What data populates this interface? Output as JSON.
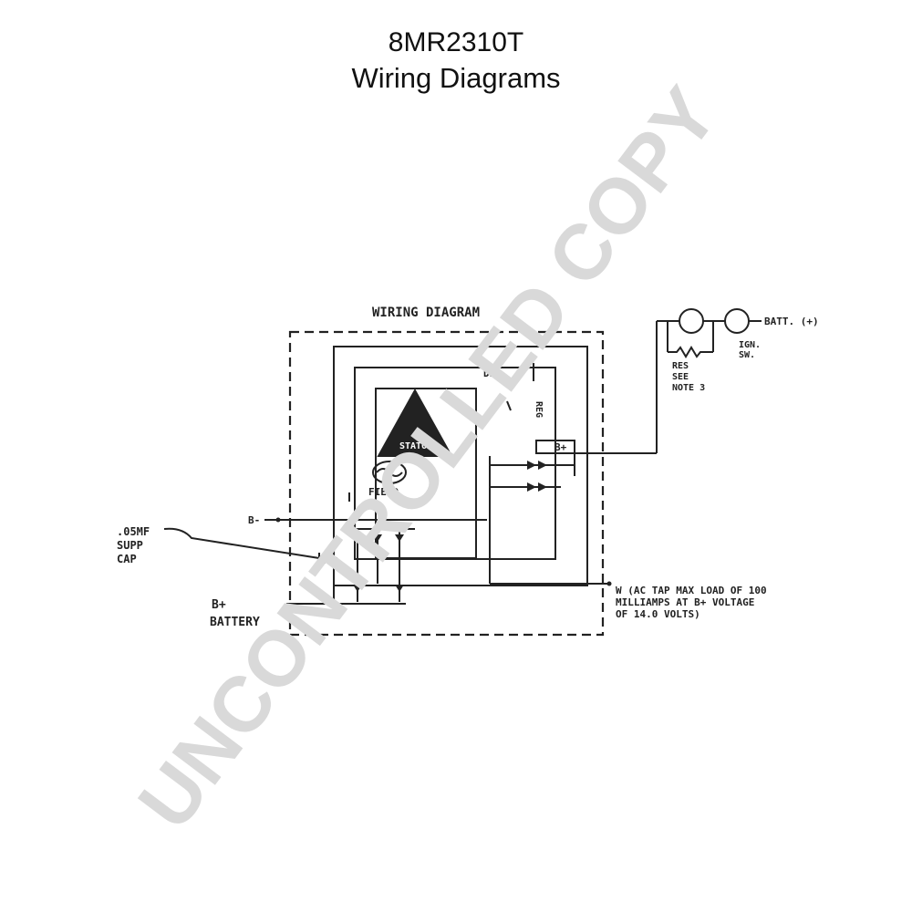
{
  "header": {
    "model": "8MR2310T",
    "subtitle": "Wiring Diagrams"
  },
  "diagram": {
    "heading": "WIRING DIAGRAM",
    "labels": {
      "df": "DF",
      "stator": "STATOR",
      "field": "FIELD",
      "reg": "REG",
      "b_plus_term": "B+",
      "b_minus": "B-",
      "cap_line1": ".05MF",
      "cap_line2": "SUPP",
      "cap_line3": "CAP",
      "battery_line1": "B+",
      "battery_line2": "BATTERY",
      "w_line1": "W (AC TAP MAX LOAD OF 100",
      "w_line2": "MILLIAMPS AT B+ VOLTAGE",
      "w_line3": "OF 14.0 VOLTS)",
      "batt": "BATT. (+)",
      "ign_line1": "IGN.",
      "ign_line2": "SW.",
      "res_line1": "RES",
      "res_line2": "SEE",
      "res_line3": "NOTE 3"
    }
  },
  "watermark": "UNCONTROLLED COPY",
  "colors": {
    "ink": "#222222",
    "watermark": "#d9d9d9"
  }
}
